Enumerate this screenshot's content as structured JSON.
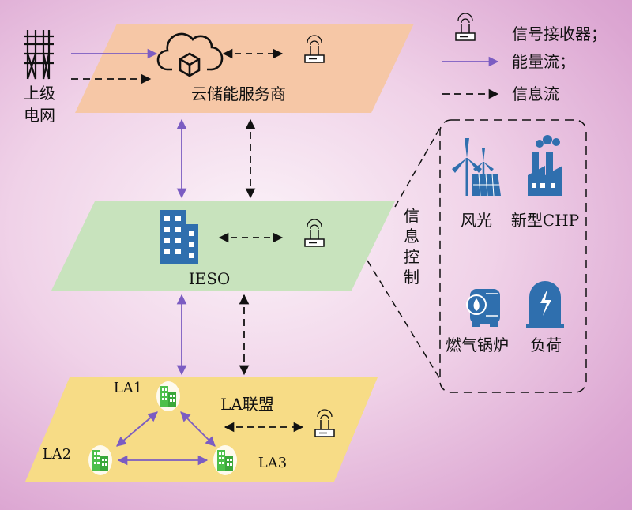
{
  "top_layer": {
    "label": "云储能服务商",
    "grid_label_line1": "上级",
    "grid_label_line2": "电网"
  },
  "middle_layer": {
    "label": "IESO",
    "side_label": [
      "信",
      "息",
      "控",
      "制"
    ]
  },
  "bottom_layer": {
    "label": "LA联盟",
    "nodes": [
      "LA1",
      "LA2",
      "LA3"
    ]
  },
  "legend": {
    "signal_receiver": "信号接收器；",
    "energy_flow": "能量流；",
    "info_flow": "信息流"
  },
  "devices": {
    "wind_pv": "风光",
    "chp": "新型CHP",
    "gas_boiler": "燃气锅炉",
    "load": "负荷"
  },
  "colors": {
    "top_fill": "#f6c7a6",
    "middle_fill": "#c8e3bd",
    "bottom_fill": "#f7dc86",
    "energy_arrow": "#7b5cc2",
    "icon_blue": "#2f6fae",
    "building_green": "#4cc04a"
  }
}
